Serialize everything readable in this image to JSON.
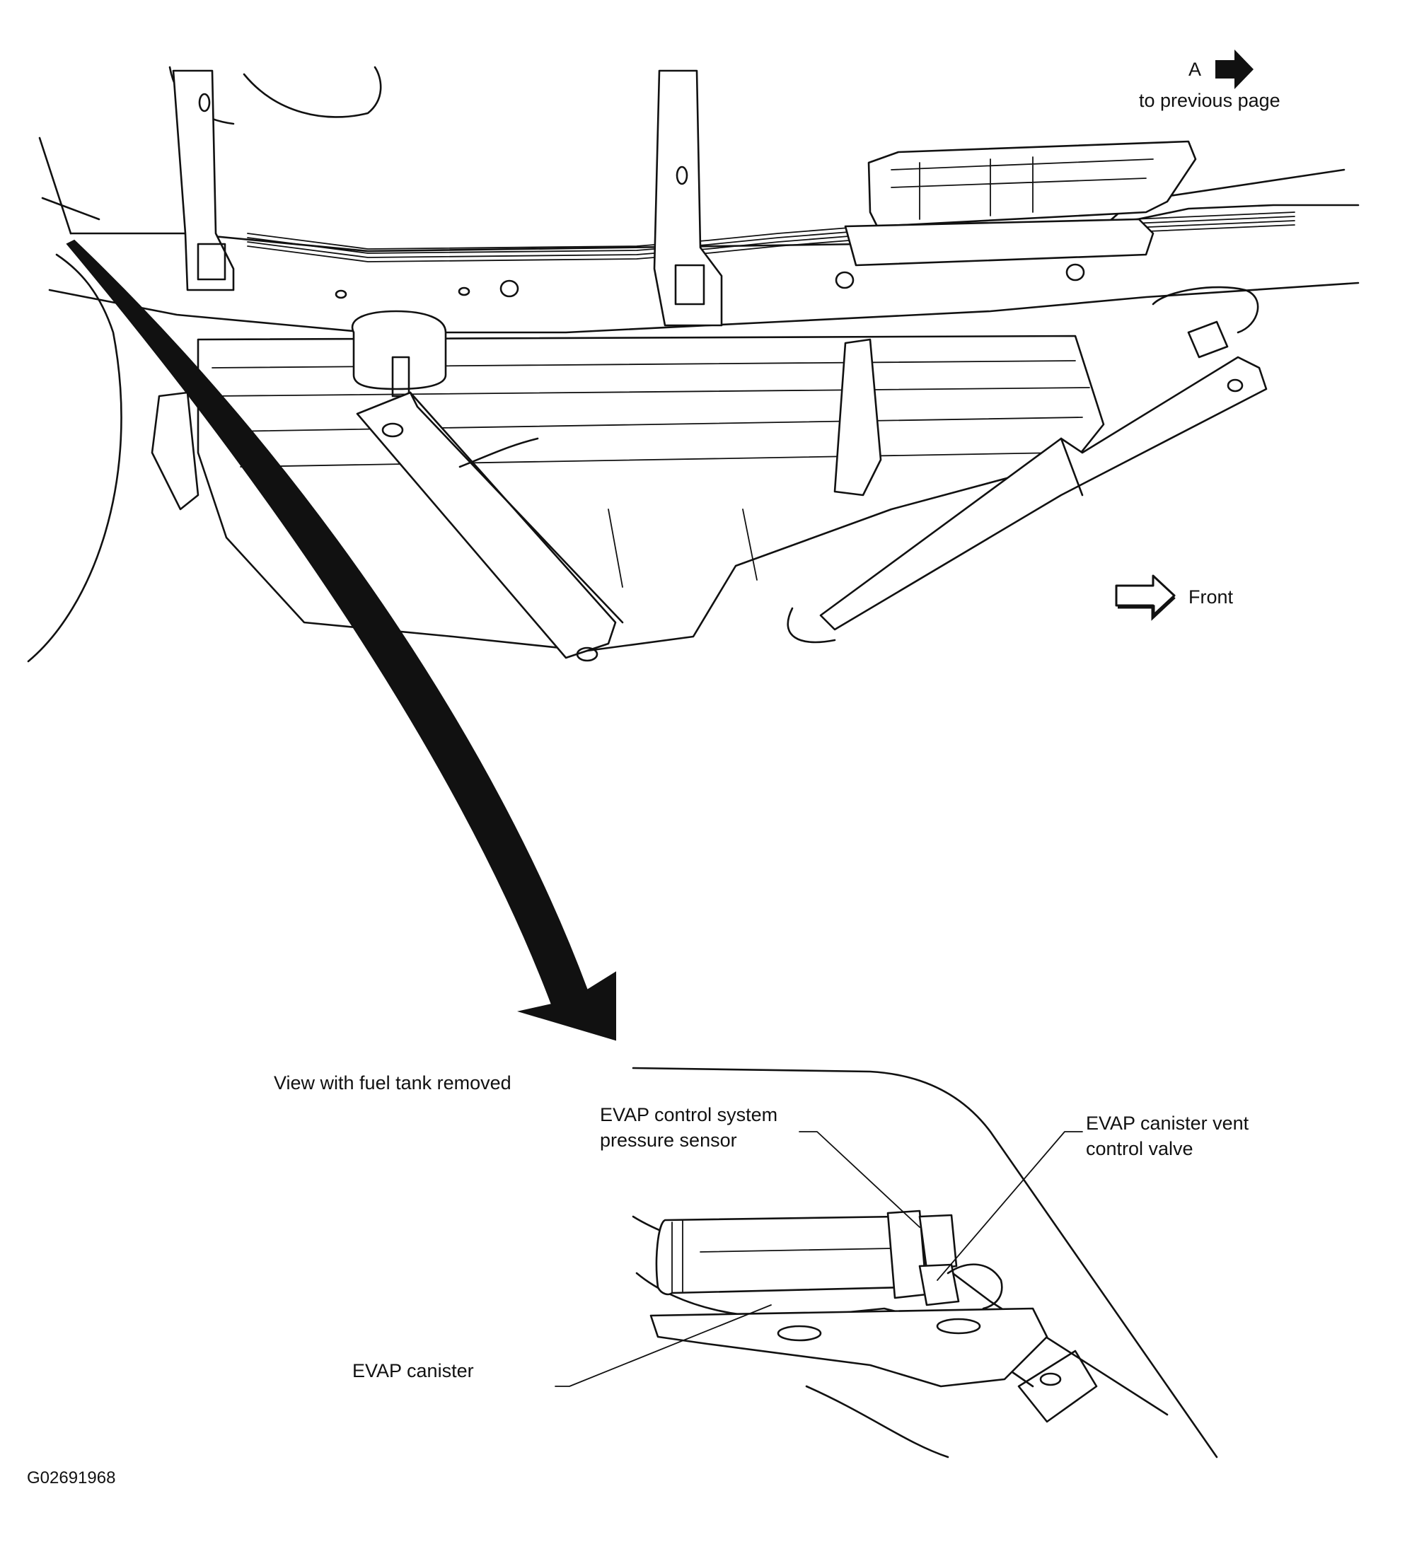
{
  "labels": {
    "marker_a": "A",
    "to_previous_page": "to previous page",
    "front": "Front",
    "view_caption": "View with fuel tank removed",
    "pressure_sensor_line1": "EVAP control system",
    "pressure_sensor_line2": "pressure sensor",
    "vent_valve_line1": "EVAP canister vent",
    "vent_valve_line2": "control valve",
    "canister": "EVAP canister",
    "figure_id": "G02691968"
  },
  "icons": {
    "page_arrow": "solid-right-arrow-icon",
    "front_arrow": "outline-right-arrow-icon",
    "zoom_arrow": "curved-pointer-arrow"
  },
  "colors": {
    "line": "#111111",
    "background": "#ffffff"
  }
}
